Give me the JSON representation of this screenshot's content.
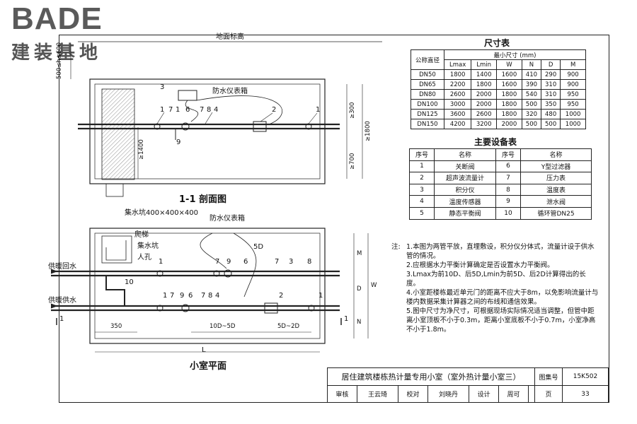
{
  "logo": {
    "title": "BADE",
    "subtitle": "建装基地"
  },
  "section_view": {
    "title": "1-1 剖面图",
    "ground_label": "地面标高",
    "sump_label": "集水坑400×400×400",
    "meter_box_label": "防水仪表箱",
    "callouts_top": [
      "3",
      "1",
      "7",
      "1",
      "6",
      "7",
      "8",
      "4",
      "2",
      "1",
      "9"
    ],
    "dim_left": "500≤h≤600",
    "dim_middle": "≥1400",
    "dim_right_1": "≥300",
    "dim_right_2": "≥700",
    "dim_right_3": "≥1800"
  },
  "plan_view": {
    "title": "小室平面",
    "meter_box_label": "防水仪表箱",
    "ladder_label": "爬梯",
    "sump_label": "集水坑",
    "manhole_label": "人孔",
    "return_label": "供暖回水",
    "supply_label": "供暖供水",
    "dim_5d_top": "5D",
    "dim_350": "350",
    "dim_10d_5d": "10D~5D",
    "dim_5d_2d": "5D~2D",
    "dim_L": "L",
    "dim_M": "M",
    "dim_D": "D",
    "dim_N": "N",
    "dim_W": "W",
    "section_mark": "1",
    "callouts_return": [
      "1",
      "7",
      "9",
      "6",
      "7",
      "3",
      "8"
    ],
    "callouts_supply": [
      "1",
      "7",
      "9",
      "6",
      "7",
      "8",
      "4",
      "2",
      "1",
      "10"
    ]
  },
  "dimension_table": {
    "title": "尺寸表",
    "header_dn": "公称直径",
    "header_min": "最小尺寸 (mm)",
    "columns": [
      "Lmax",
      "Lmin",
      "W",
      "N",
      "D",
      "M"
    ],
    "rows": [
      [
        "DN50",
        "1800",
        "1400",
        "1600",
        "410",
        "290",
        "900"
      ],
      [
        "DN65",
        "2200",
        "1800",
        "1600",
        "390",
        "310",
        "900"
      ],
      [
        "DN80",
        "2600",
        "2000",
        "1800",
        "540",
        "310",
        "950"
      ],
      [
        "DN100",
        "3000",
        "2000",
        "1800",
        "500",
        "350",
        "950"
      ],
      [
        "DN125",
        "3600",
        "2600",
        "1800",
        "320",
        "480",
        "1000"
      ],
      [
        "DN150",
        "4200",
        "3200",
        "2000",
        "500",
        "500",
        "1000"
      ]
    ]
  },
  "equipment_table": {
    "title": "主要设备表",
    "headers": [
      "序号",
      "名称",
      "序号",
      "名称"
    ],
    "rows": [
      [
        "1",
        "关断阀",
        "6",
        "Y型过滤器"
      ],
      [
        "2",
        "超声波流量计",
        "7",
        "压力表"
      ],
      [
        "3",
        "积分仪",
        "8",
        "温度表"
      ],
      [
        "4",
        "温度传感器",
        "9",
        "泄水阀"
      ],
      [
        "5",
        "静态平衡阀",
        "10",
        "循环管DN25"
      ]
    ]
  },
  "notes": {
    "label": "注:",
    "items": [
      "1.本图为两管平放，直埋敷设，积分仪分体式，流量计设于供水管的情况。",
      "2.应根据水力平衡计算确定是否设置水力平衡阀。",
      "3.Lmax为前10D、后5D,Lmin为前5D、后2D计算得出的长度。",
      "4.小室距楼栋最近单元门的距离不应大于8m，以免影响流量计与楼内数据采集计算器之间的布线和通信效果。",
      "5.图中尺寸为净尺寸，可根据现场实际情况适当调整，但管中距离小室顶板不小于0.3m，距离小室底板不小于0.7m，小室净高不小于1.8m。"
    ]
  },
  "title_block": {
    "title": "居住建筑楼栋热计量专用小室（室外热计量小室三）",
    "atlas_label": "图集号",
    "atlas_no": "15K502",
    "review_label": "审核",
    "review_name": "王云琦",
    "check_label": "校对",
    "check_name": "刘晓丹",
    "design_label": "设计",
    "design_name": "周可",
    "page_label": "页",
    "page_no": "33"
  }
}
